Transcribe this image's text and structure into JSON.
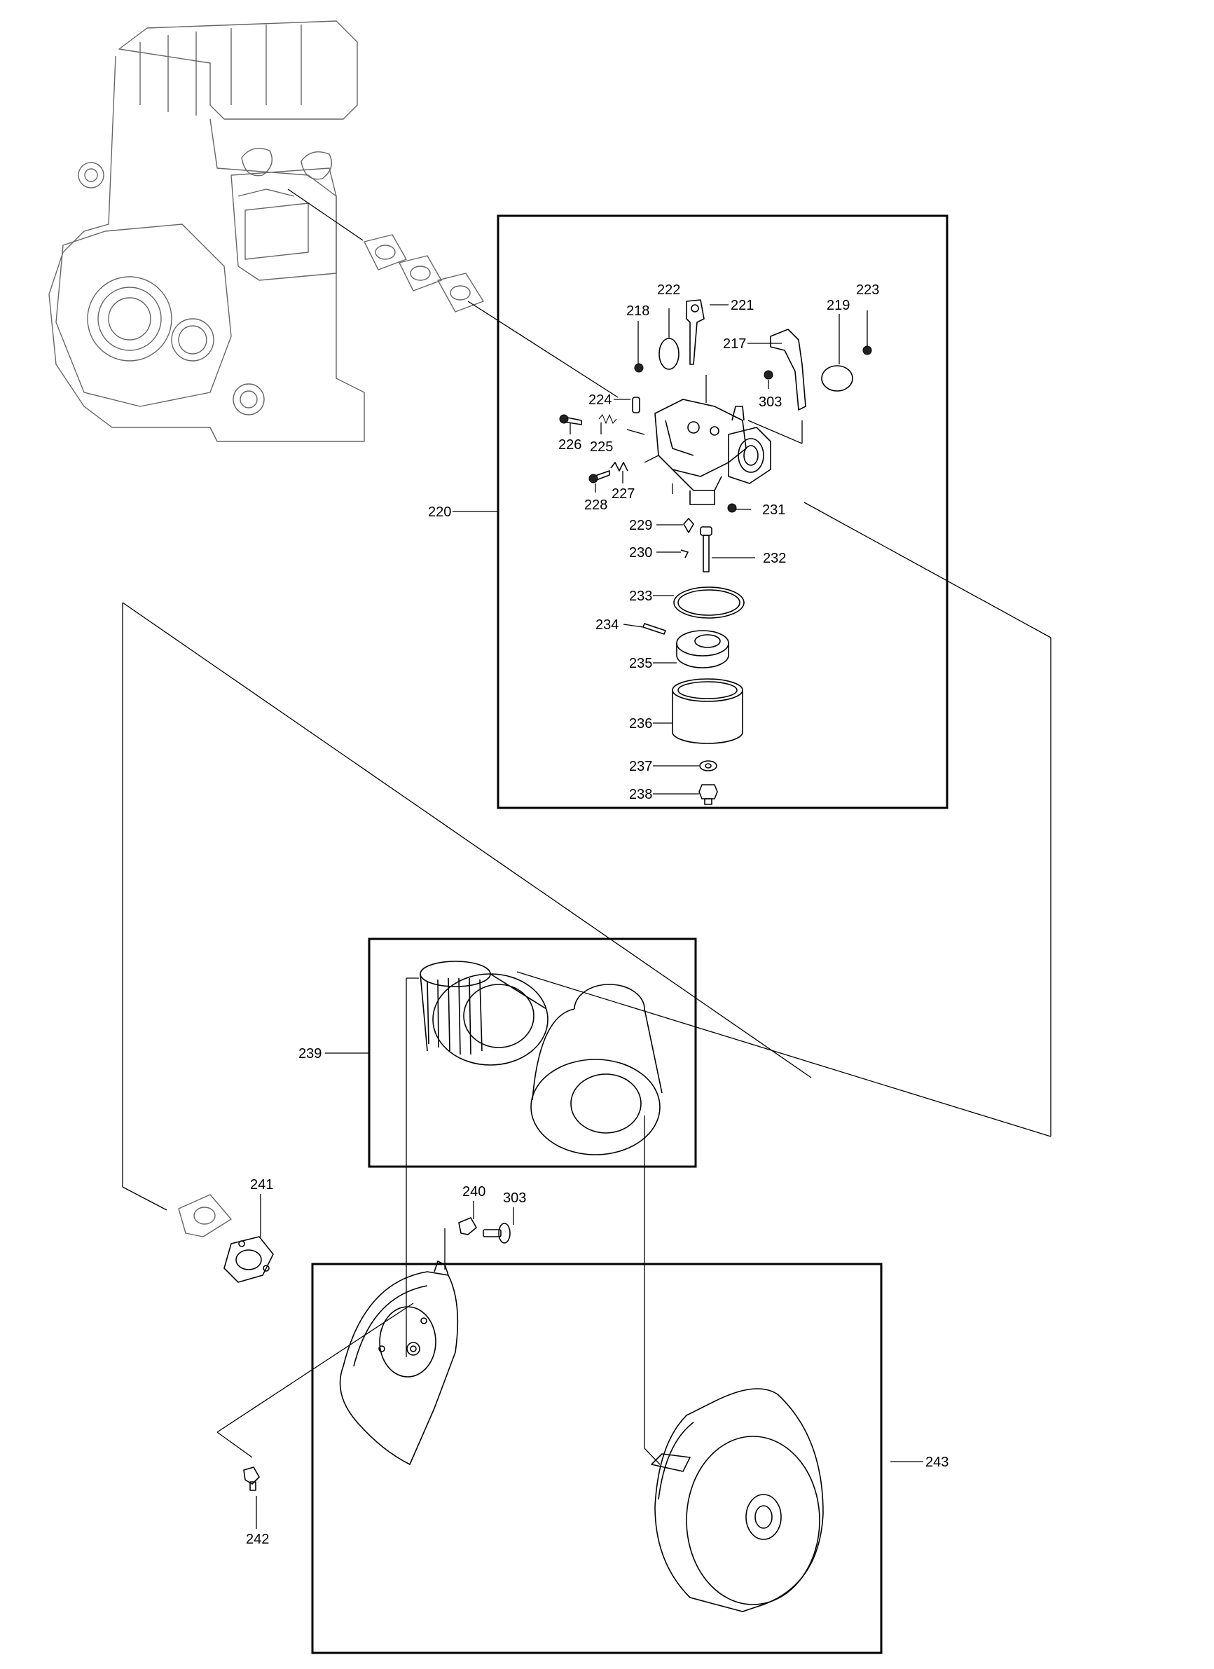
{
  "labels": {
    "p217": "217",
    "p218": "218",
    "p219": "219",
    "p220": "220",
    "p221": "221",
    "p222": "222",
    "p223": "223",
    "p224": "224",
    "p225": "225",
    "p226": "226",
    "p227": "227",
    "p228": "228",
    "p229": "229",
    "p230": "230",
    "p231": "231",
    "p232": "232",
    "p233": "233",
    "p234": "234",
    "p235": "235",
    "p236": "236",
    "p237": "237",
    "p238": "238",
    "p239": "239",
    "p240": "240",
    "p241": "241",
    "p242": "242",
    "p243": "243",
    "p303a": "303",
    "p303b": "303"
  }
}
